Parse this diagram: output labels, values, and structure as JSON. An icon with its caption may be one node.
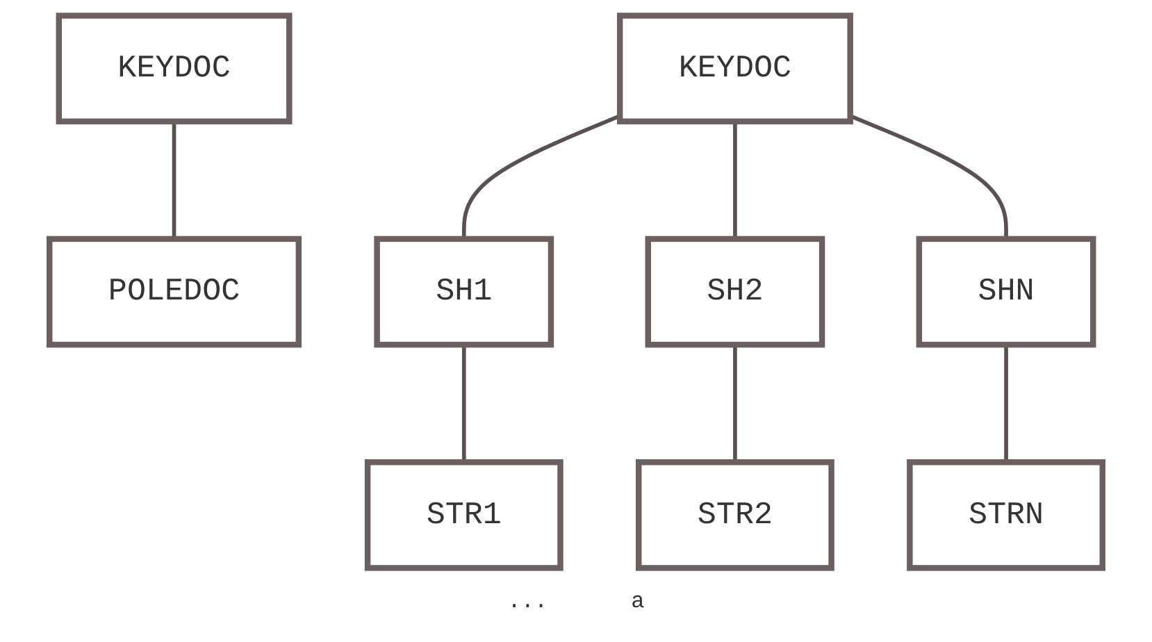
{
  "diagram": {
    "nodes": [
      {
        "text": [
          "KEYDOC"
        ]
      },
      {
        "text": [
          "POLEDOC"
        ]
      },
      {
        "text": [
          "KEYDOC"
        ]
      },
      {
        "text": [
          "SH1"
        ]
      },
      {
        "text": [
          "SH2"
        ]
      },
      {
        "text": [
          "SHN"
        ]
      },
      {
        "text": [
          "STR1"
        ]
      },
      {
        "text": [
          "STR2"
        ]
      },
      {
        "text": [
          "STRN"
        ]
      }
    ],
    "edges": [
      {
        "from": 0,
        "to": 1,
        "arrow": "none"
      },
      {
        "from": 2,
        "to": 3,
        "arrow": "none"
      },
      {
        "from": 2,
        "to": 4,
        "arrow": "none"
      },
      {
        "from": 2,
        "to": 5,
        "arrow": "none"
      },
      {
        "from": 3,
        "to": 6,
        "arrow": "none"
      },
      {
        "from": 4,
        "to": 7,
        "arrow": "none"
      },
      {
        "from": 5,
        "to": 8,
        "arrow": "none"
      }
    ],
    "labels": [
      "...",
      "a"
    ]
  }
}
